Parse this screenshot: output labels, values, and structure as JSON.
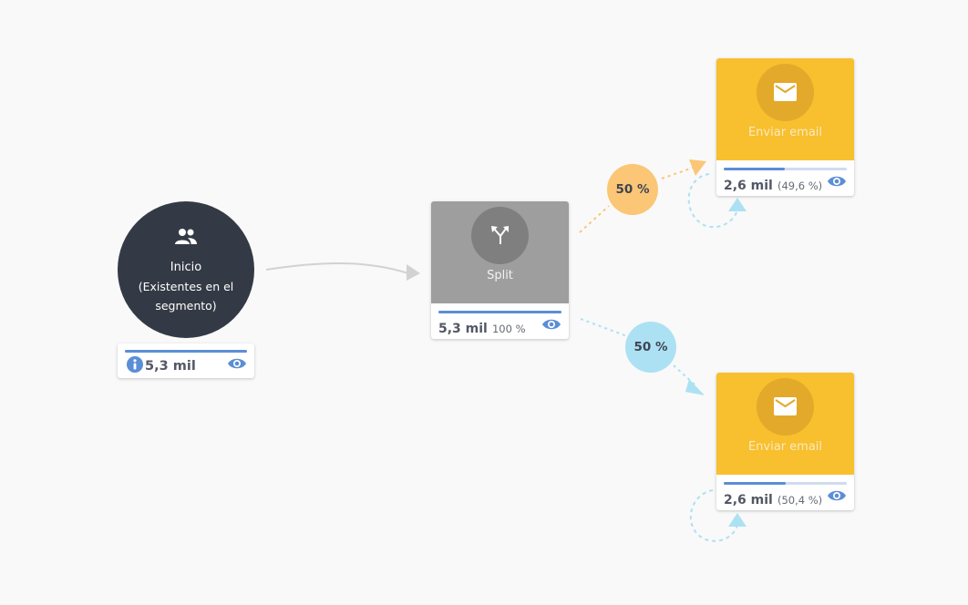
{
  "colors": {
    "canvas_bg": "#f9f9f9",
    "start_node": "#343a45",
    "split_node": "#9e9e9e",
    "email_node": "#f8bf2e",
    "progress": "#5b8ed6",
    "eye": "#5b8ed6",
    "branch_orange": "#fbc676",
    "branch_blue": "#ace1f3"
  },
  "start": {
    "icon": "people-icon",
    "title": "Inicio",
    "subtitle": "(Existentes en el segmento)",
    "count": "5,3 mil",
    "progress": 1.0
  },
  "split": {
    "icon": "split-arrows-icon",
    "label": "Split",
    "count": "5,3 mil",
    "percent": "100 %",
    "progress": 1.0
  },
  "branches": [
    {
      "percent": "50 %"
    },
    {
      "percent": "50 %"
    }
  ],
  "emails": [
    {
      "icon": "envelope-icon",
      "label": "Enviar email",
      "count": "2,6 mil",
      "percent": "(49,6 %)",
      "progress": 0.496
    },
    {
      "icon": "envelope-icon",
      "label": "Enviar email",
      "count": "2,6 mil",
      "percent": "(50,4 %)",
      "progress": 0.504
    }
  ]
}
